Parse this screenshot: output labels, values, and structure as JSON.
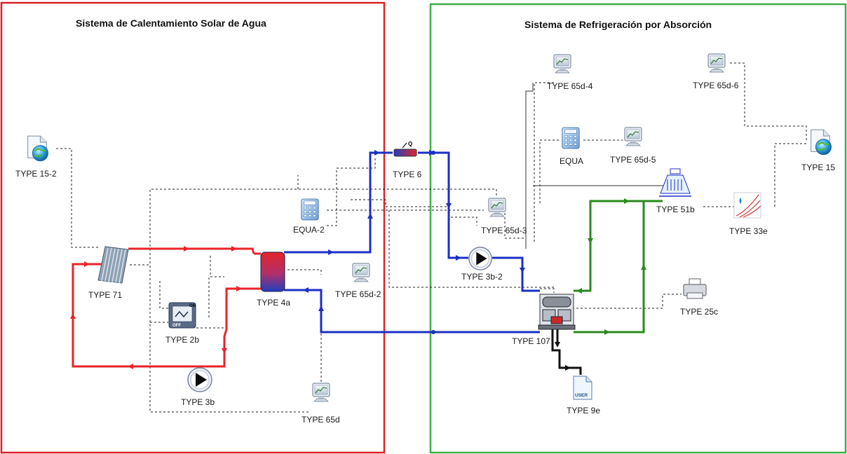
{
  "sections": {
    "solar": {
      "title": "Sistema de Calentamiento Solar de Agua",
      "border_color": "#d9232a"
    },
    "absorption": {
      "title": "Sistema de Refrigeración  por Absorción",
      "border_color": "#3fae49"
    }
  },
  "components": {
    "type15_2": {
      "label": "TYPE 15-2",
      "icon": "weather-file-icon"
    },
    "type71": {
      "label": "TYPE 71",
      "icon": "solar-collector-icon"
    },
    "type2b": {
      "label": "TYPE 2b",
      "icon": "on-off-controller-icon",
      "on_text": "ON",
      "off_text": "OFF"
    },
    "type3b": {
      "label": "TYPE 3b",
      "icon": "pump-icon"
    },
    "type4a": {
      "label": "TYPE 4a",
      "icon": "storage-tank-icon"
    },
    "equa2": {
      "label": "EQUA-2",
      "icon": "calculator-icon"
    },
    "type65d_2": {
      "label": "TYPE 65d-2",
      "icon": "monitor-icon"
    },
    "type65d": {
      "label": "TYPE 65d",
      "icon": "monitor-icon"
    },
    "type6": {
      "label": "TYPE 6",
      "icon": "heater-icon",
      "q_text": "Q"
    },
    "type65d_3": {
      "label": "TYPE 65d-3",
      "icon": "monitor-icon"
    },
    "type3b_2": {
      "label": "TYPE 3b-2",
      "icon": "pump-icon"
    },
    "type65d_4": {
      "label": "TYPE 65d-4",
      "icon": "monitor-icon"
    },
    "equa": {
      "label": "EQUA",
      "icon": "calculator-icon"
    },
    "type65d_5": {
      "label": "TYPE 65d-5",
      "icon": "monitor-icon"
    },
    "type65d_6": {
      "label": "TYPE 65d-6",
      "icon": "monitor-icon"
    },
    "type15": {
      "label": "TYPE 15",
      "icon": "weather-file-icon"
    },
    "type51b": {
      "label": "TYPE 51b",
      "icon": "cooling-tower-icon"
    },
    "type33e": {
      "label": "TYPE 33e",
      "icon": "psychrometrics-icon"
    },
    "type107": {
      "label": "TYPE 107",
      "icon": "absorption-chiller-icon"
    },
    "type25c": {
      "label": "TYPE 25c",
      "icon": "printer-icon"
    },
    "type9e": {
      "label": "TYPE 9e",
      "icon": "data-reader-icon",
      "badge_text": "USER"
    }
  },
  "colors": {
    "hot_loop": "#e8232a",
    "cold_loop": "#1b2fc4",
    "cooling_loop": "#2a8a1e",
    "chilled_loop": "#111111",
    "signal": "#222222"
  }
}
